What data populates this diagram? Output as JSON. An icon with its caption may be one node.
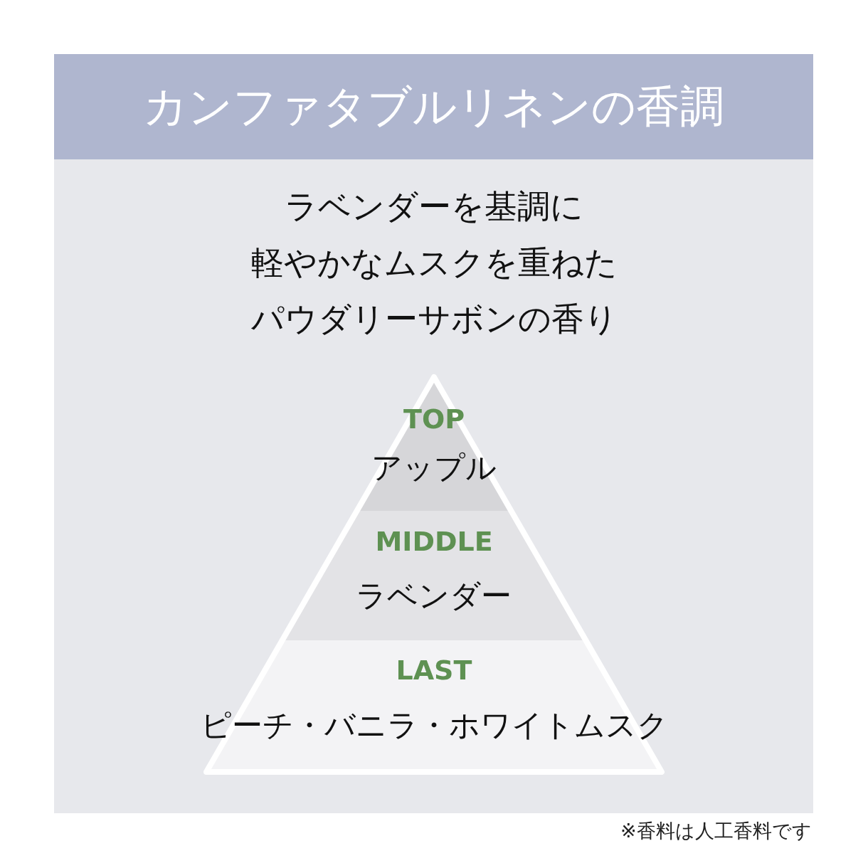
{
  "diagram": {
    "title": "カンファタブルリネンの香調",
    "nodes": [
      {
        "text": [
          "TOP",
          "アップル"
        ]
      },
      {
        "text": [
          "MIDDLE",
          "ラベンダー"
        ]
      },
      {
        "text": [
          "LAST",
          "ピーチ・バニラ・ホワイトムスク"
        ]
      }
    ],
    "labels": [
      "ラベンダーを基調に軽やかなムスクを重ねたパウダリーサボンの香り",
      "※香料は人工香料です"
    ]
  }
}
